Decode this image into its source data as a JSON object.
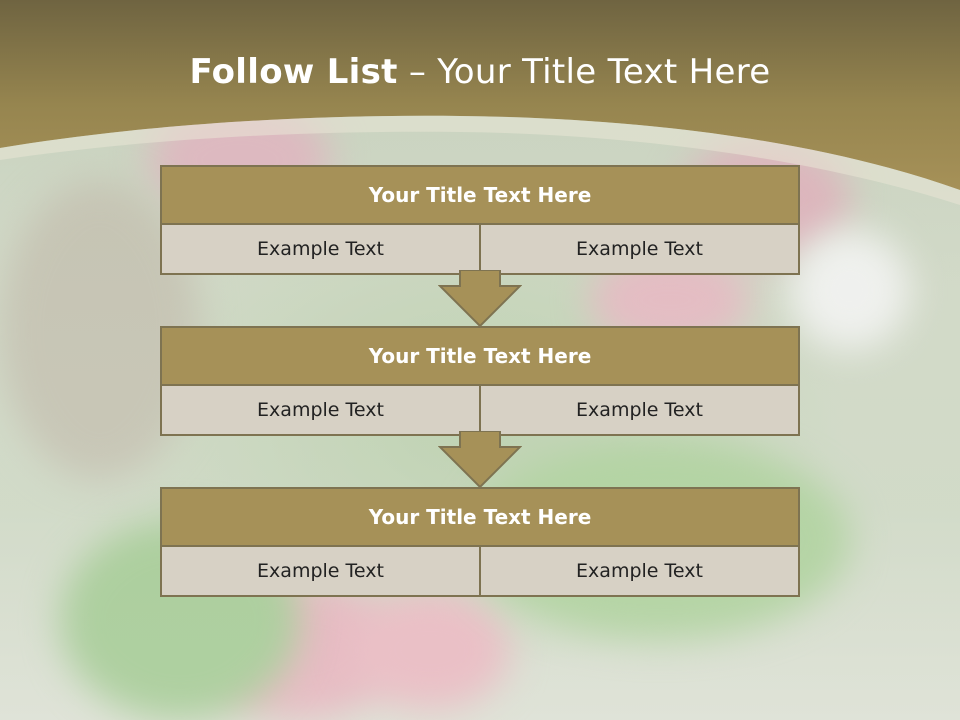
{
  "slide": {
    "title_strong": "Follow List",
    "title_rest": " – Your Title Text Here"
  },
  "steps": [
    {
      "title": "Your Title Text Here",
      "left": "Example Text",
      "right": "Example Text"
    },
    {
      "title": "Your Title Text Here",
      "left": "Example Text",
      "right": "Example Text"
    },
    {
      "title": "Your Title Text Here",
      "left": "Example Text",
      "right": "Example Text"
    }
  ],
  "colors": {
    "header_gold": "#a69158",
    "header_dark": "#6f6441",
    "block_title": "#a69158",
    "cell_bg": "#d7d1c5",
    "border": "#7e7351"
  },
  "icons": {
    "connector": "down-arrow-icon"
  }
}
